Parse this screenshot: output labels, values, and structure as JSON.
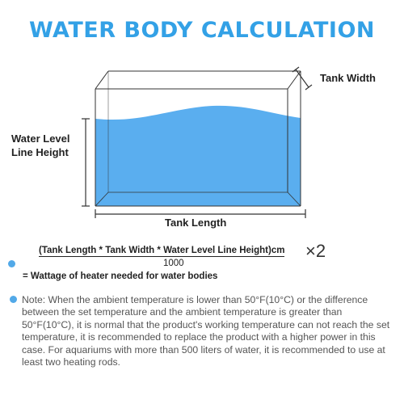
{
  "title": "WATER BODY CALCULATION",
  "labels": {
    "tank_width": "Tank Width",
    "water_level_line1": "Water Level",
    "water_level_line2": "Line Height",
    "tank_length": "Tank Length"
  },
  "formula": {
    "numerator": "(Tank Length * Tank Width * Water Level Line Height)cm",
    "denominator": "1000",
    "multiplier": "×2",
    "result": "= Wattage of heater needed for water bodies"
  },
  "note": "Note: When the ambient temperature is lower than 50°F(10°C) or the difference between the set temperature and the ambient temperature is greater than 50°F(10°C), it is normal that the product's working temperature can not reach the set temperature, it is recommended to replace the product with a higher power in this case. For aquariums with more than 500 liters of water, it is recommended to use at least two heating rods.",
  "colors": {
    "title": "#33a1e6",
    "water": "#5aaeef",
    "bullet": "#52a9e8"
  }
}
